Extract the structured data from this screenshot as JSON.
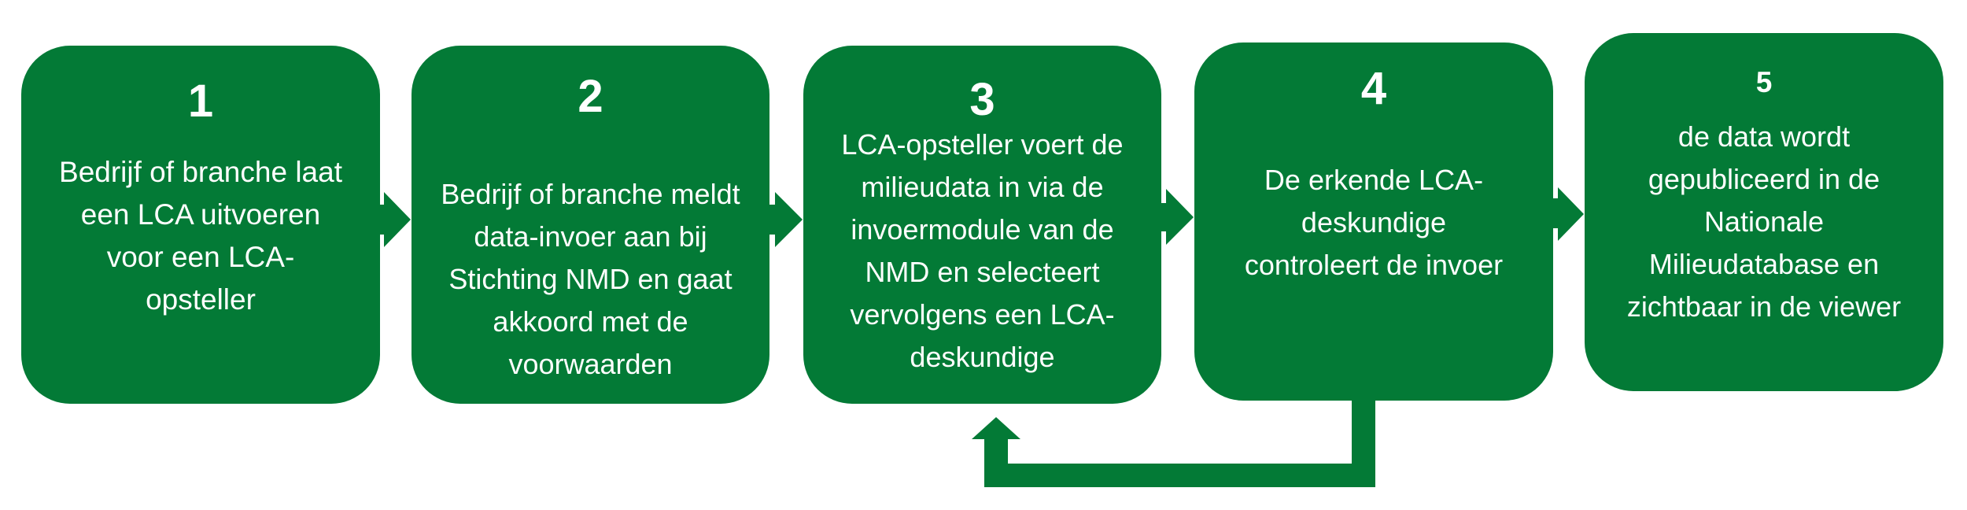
{
  "colors": {
    "box": "#037A36",
    "background": "#FFFFFF",
    "text": "#FFFFFF"
  },
  "steps": [
    {
      "number": "1",
      "text": "Bedrijf of branche laat\neen LCA uitvoeren\nvoor een LCA-\nopsteller"
    },
    {
      "number": "2",
      "text": "Bedrijf of branche meldt\ndata-invoer aan bij\nStichting NMD en gaat\nakkoord met de\nvoorwaarden"
    },
    {
      "number": "3",
      "text": "LCA-opsteller voert de\nmilieudata in via de\ninvoermodule van de\nNMD en selecteert\nvervolgens een LCA-\ndeskundige"
    },
    {
      "number": "4",
      "text": "De erkende LCA-\ndeskundige\ncontroleert de invoer"
    },
    {
      "number": "5",
      "text": "de data wordt\ngepubliceerd in de\nNationale\nMilieudatabase en\nzichtbaar in de viewer"
    }
  ]
}
